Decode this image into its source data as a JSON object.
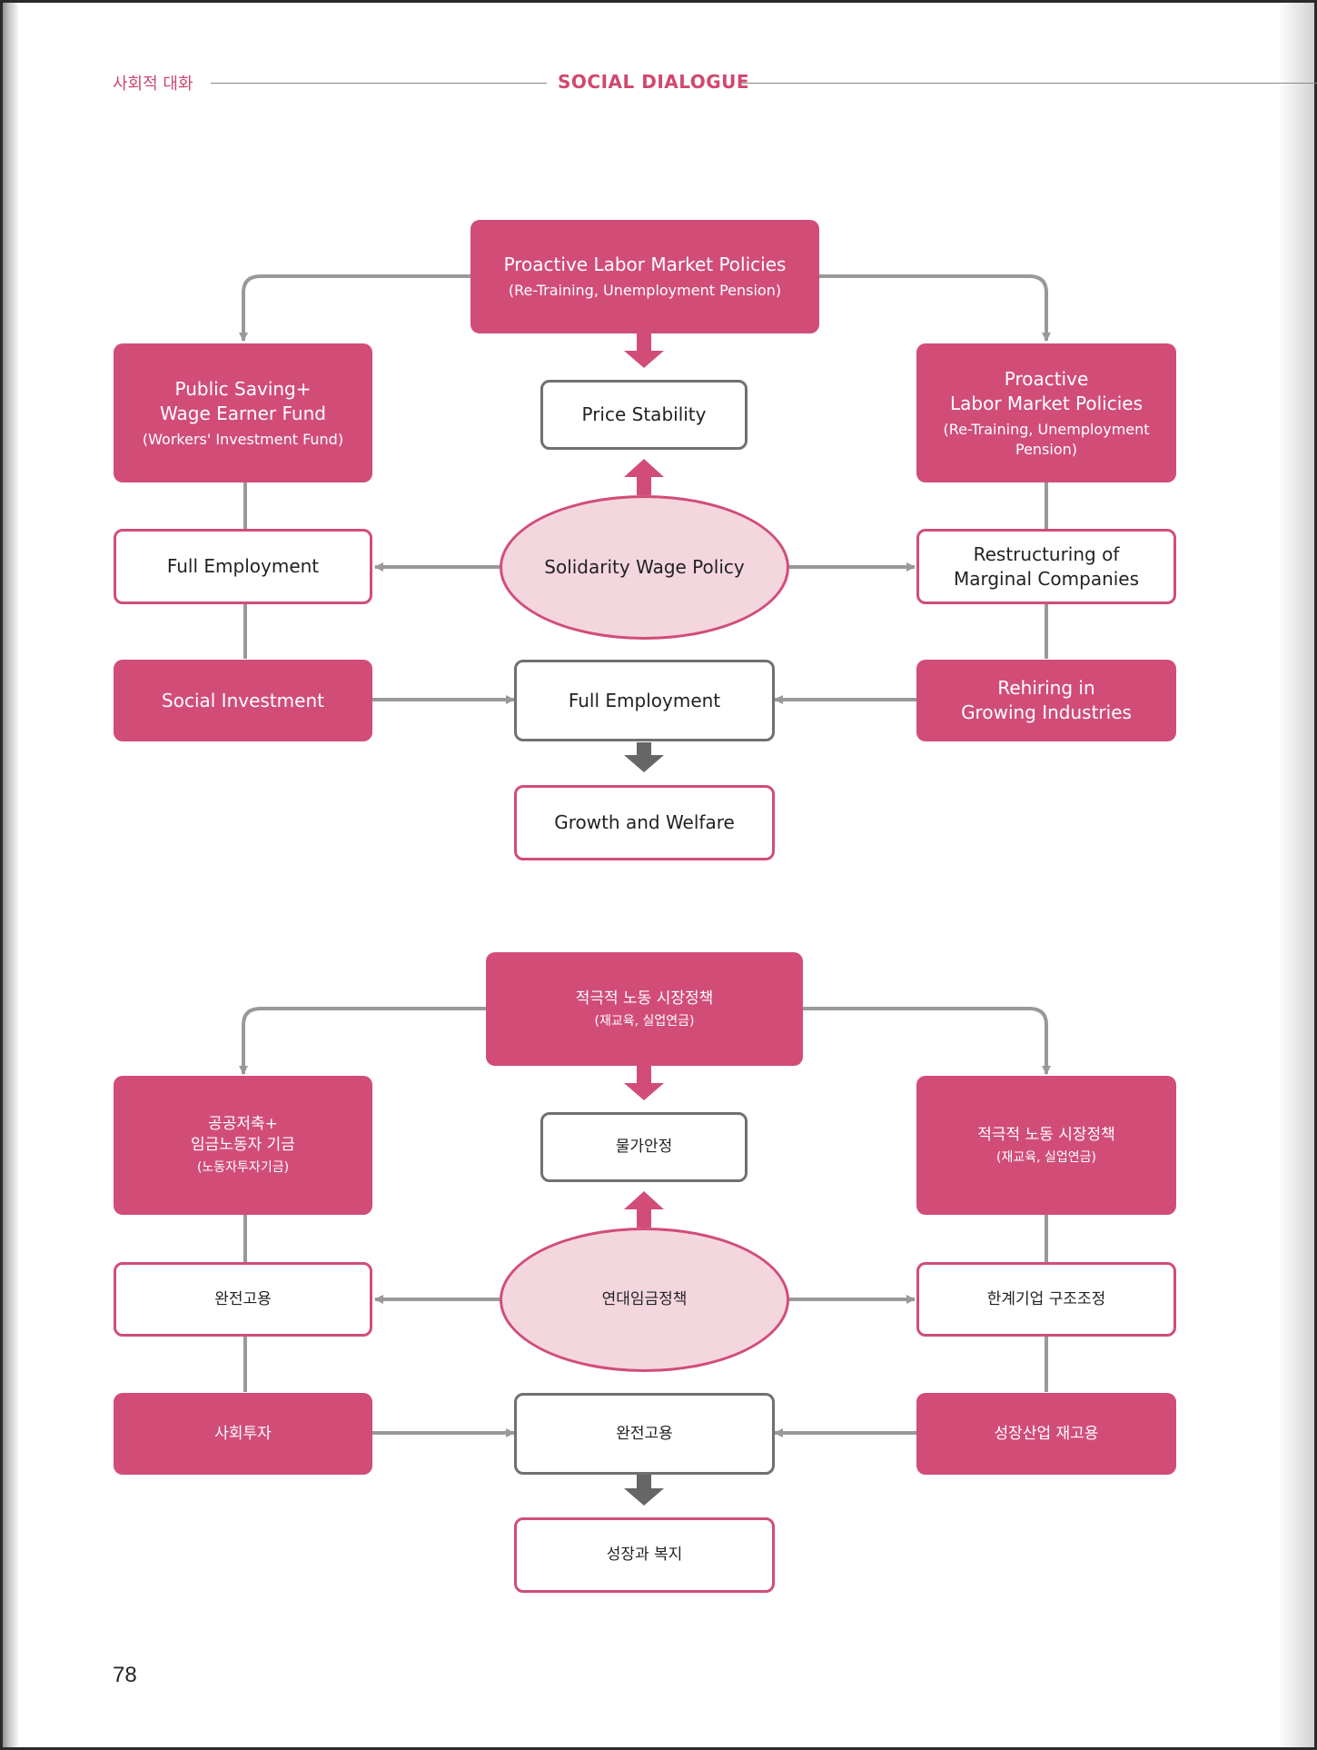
{
  "header": {
    "section_ko": "사회적 대화",
    "section_en": "SOCIAL DIALOGUE"
  },
  "page_number": "78",
  "diagram_en": {
    "top": {
      "title": "Proactive Labor Market Policies",
      "sub": "(Re-Training, Unemployment Pension)"
    },
    "left_top": {
      "line1": "Public Saving+",
      "line2": "Wage Earner Fund",
      "sub": "(Workers' Investment Fund)"
    },
    "right_top": {
      "line1": "Proactive",
      "line2": "Labor Market Policies",
      "sub1": "(Re-Training, Unemployment",
      "sub2": "Pension)"
    },
    "price": "Price Stability",
    "center": "Solidarity Wage Policy",
    "left_mid": "Full Employment",
    "right_mid": {
      "line1": "Restructuring of",
      "line2": "Marginal Companies"
    },
    "left_bottom": "Social Investment",
    "center_bottom": "Full Employment",
    "right_bottom": {
      "line1": "Rehiring in",
      "line2": "Growing Industries"
    },
    "result": "Growth and Welfare"
  },
  "diagram_ko": {
    "top": {
      "title": "적극적 노동 시장정책",
      "sub": "(재교육, 실업연금)"
    },
    "left_top": {
      "line1": "공공저축+",
      "line2": "임금노동자 기금",
      "sub": "(노동자투자기금)"
    },
    "right_top": {
      "title": "적극적 노동 시장정책",
      "sub": "(재교육, 실업연금)"
    },
    "price": "물가안정",
    "center": "연대임금정책",
    "left_mid": "완전고용",
    "right_mid": "한계기업 구조조정",
    "left_bottom": "사회투자",
    "center_bottom": "완전고용",
    "right_bottom": "성장산업 재고용",
    "result": "성장과 복지"
  },
  "colors": {
    "accent": "#d14d78",
    "ellipse_fill": "#f4d6de",
    "arrow": "#999999",
    "dark_arrow": "#666666"
  }
}
